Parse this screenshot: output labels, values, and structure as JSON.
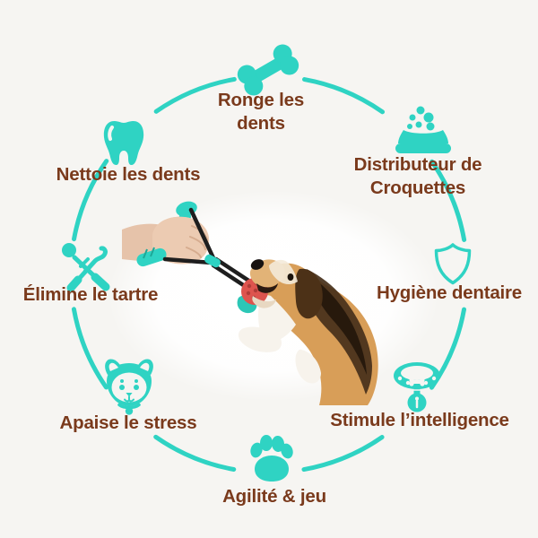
{
  "page": {
    "background_color": "#f6f5f2",
    "accent_color": "#2fd3c3",
    "text_color": "#7a3a1c"
  },
  "diagram": {
    "type": "product-benefits-wheel",
    "center_image": "hand-pulling-suction-tug-toy-with-beagle-dog",
    "features": [
      {
        "label": "Ronge les dents",
        "icon": "bone-icon",
        "position": "top"
      },
      {
        "label": "Nettoie les dents",
        "icon": "tooth-icon",
        "position": "top-left"
      },
      {
        "label": "Distributeur de Croquettes",
        "icon": "food-bowl-icon",
        "position": "top-right"
      },
      {
        "label": "Élimine le tartre",
        "icon": "dental-scaler-icon",
        "position": "left"
      },
      {
        "label": "Hygiène dentaire",
        "icon": "shield-icon",
        "position": "right"
      },
      {
        "label": "Apaise le stress",
        "icon": "dog-face-icon",
        "position": "bottom-left"
      },
      {
        "label": "Stimule l’intelligence",
        "icon": "collar-icon",
        "position": "bottom-right"
      },
      {
        "label": "Agilité & jeu",
        "icon": "paw-icon",
        "position": "bottom"
      }
    ]
  }
}
